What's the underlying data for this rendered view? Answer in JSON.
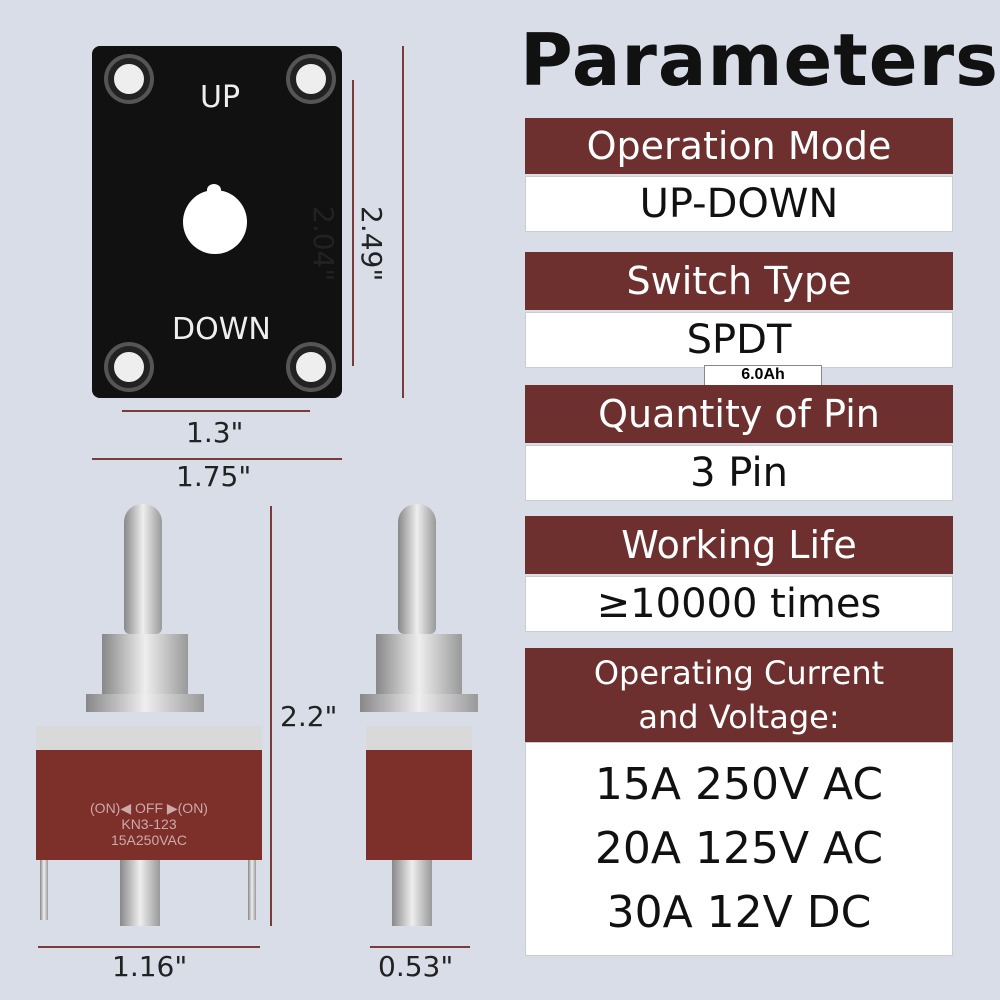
{
  "title": "Parameters",
  "params": [
    {
      "label": "Operation Mode",
      "value": "UP-DOWN"
    },
    {
      "label": "Switch Type",
      "value": "SPDT"
    },
    {
      "label": "Quantity of Pin",
      "value": "3 Pin"
    },
    {
      "label": "Working Life",
      "value": "≥10000 times"
    }
  ],
  "current": {
    "label_line1": "Operating Current",
    "label_line2": "and Voltage:",
    "values": [
      "15A 250V AC",
      "20A 125V AC",
      "30A 12V DC"
    ]
  },
  "plate": {
    "up": "UP",
    "down": "DOWN"
  },
  "dims": {
    "h_inner": "2.04\"",
    "h_outer": "2.49\"",
    "w_inner": "1.3\"",
    "w_outer": "1.75\"",
    "height_switch": "2.2\"",
    "w_front": "1.16\"",
    "w_side": "0.53\""
  },
  "switch_label": {
    "line1": "(ON)◀ OFF ▶(ON)",
    "line2": "KN3-123",
    "line3": "15A250VAC"
  },
  "peek_text": "6.0Ah"
}
